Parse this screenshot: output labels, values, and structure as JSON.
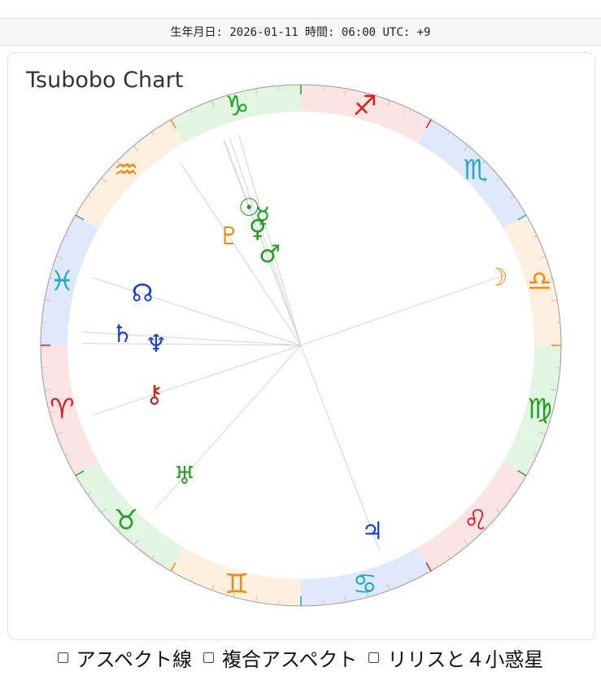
{
  "header": {
    "datetime_text": "生年月日: 2026-01-11 時間: 06:00 UTC: +9"
  },
  "chart_card": {
    "title": "Tsubobo Chart"
  },
  "options": [
    {
      "label": "アスペクト線",
      "checked": false
    },
    {
      "label": "複合アスペクト",
      "checked": false
    },
    {
      "label": "リリスと４小惑星",
      "checked": false
    }
  ],
  "chart_data": {
    "type": "astrology-wheel",
    "zodiac": [
      {
        "sign": "aries",
        "glyph": "♈",
        "element": "fire"
      },
      {
        "sign": "taurus",
        "glyph": "♉",
        "element": "earth"
      },
      {
        "sign": "gemini",
        "glyph": "♊",
        "element": "air"
      },
      {
        "sign": "cancer",
        "glyph": "♋",
        "element": "water"
      },
      {
        "sign": "leo",
        "glyph": "♌",
        "element": "fire"
      },
      {
        "sign": "virgo",
        "glyph": "♍",
        "element": "earth"
      },
      {
        "sign": "libra",
        "glyph": "♎",
        "element": "air"
      },
      {
        "sign": "scorpio",
        "glyph": "♏",
        "element": "water"
      },
      {
        "sign": "sagittarius",
        "glyph": "♐",
        "element": "fire"
      },
      {
        "sign": "capricorn",
        "glyph": "♑",
        "element": "earth"
      },
      {
        "sign": "aquarius",
        "glyph": "♒",
        "element": "air"
      },
      {
        "sign": "pisces",
        "glyph": "♓",
        "element": "water"
      }
    ],
    "element_colors": {
      "fire": {
        "band": "#fde4e4",
        "text": "#d62020"
      },
      "earth": {
        "band": "#e2f5e2",
        "text": "#22a022"
      },
      "air": {
        "band": "#fdf0e0",
        "text": "#f08a10"
      },
      "water": {
        "band": "#e2e8fb",
        "text": "#20a8cc"
      }
    },
    "ascendant_longitude": 0,
    "planets": [
      {
        "name": "sun",
        "glyph": "☉",
        "longitude": 290.7,
        "color": "#22a022"
      },
      {
        "name": "moon",
        "glyph": "☽",
        "longitude": 199.0,
        "color": "#f08a10"
      },
      {
        "name": "mercury",
        "glyph": "☿",
        "longitude": 286.5,
        "color": "#22a022"
      },
      {
        "name": "venus",
        "glyph": "♀",
        "longitude": 290.5,
        "color": "#22a022"
      },
      {
        "name": "mars",
        "glyph": "♂",
        "longitude": 289.0,
        "color": "#22a022"
      },
      {
        "name": "jupiter",
        "glyph": "♃",
        "longitude": 111.0,
        "color": "#1a3fd8"
      },
      {
        "name": "saturn",
        "glyph": "♄",
        "longitude": 356.5,
        "color": "#1a3fd8"
      },
      {
        "name": "uranus",
        "glyph": "♅",
        "longitude": 48.3,
        "color": "#22a022"
      },
      {
        "name": "neptune",
        "glyph": "♆",
        "longitude": 359.5,
        "color": "#1a3fd8"
      },
      {
        "name": "pluto",
        "glyph": "♇",
        "longitude": 303.5,
        "color": "#f08a10"
      },
      {
        "name": "node",
        "glyph": "☊",
        "longitude": 342.0,
        "color": "#1a3fd8"
      },
      {
        "name": "chiron",
        "glyph": "⚷",
        "longitude": 18.5,
        "color": "#d62020"
      }
    ]
  }
}
